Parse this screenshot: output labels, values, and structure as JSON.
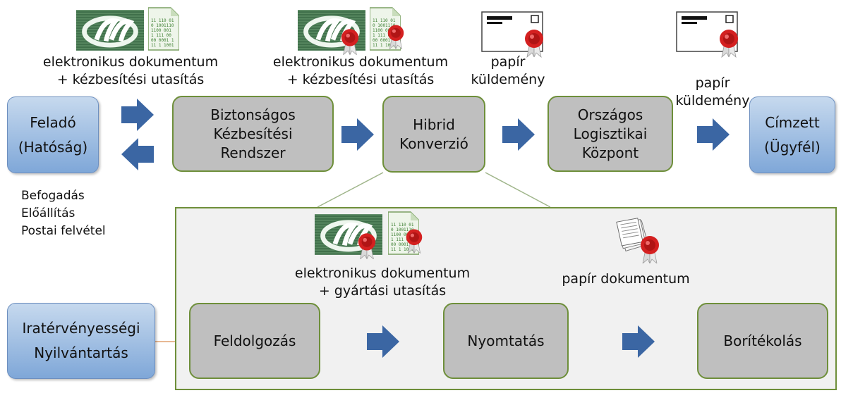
{
  "icons": {
    "digital_signature": "digital-signature-icon",
    "binary_file": "binary-document-icon",
    "envelope": "sealed-envelope-icon",
    "papers": "sealed-paper-stack-icon",
    "arrow": "right-arrow-icon"
  },
  "colors": {
    "box_fill": "#bfbfbf",
    "box_border": "#6e8f3a",
    "blue_box": "#8fb3df",
    "arrow": "#3b66a3",
    "panel_fill": "#f1f1f1",
    "seal": "#d42020"
  },
  "top_labels": {
    "sender_doc": {
      "line1": "elektronikus dokumentum",
      "line2": "+ kézbesítési utasítás"
    },
    "hybrid_doc": {
      "line1": "elektronikus dokumentum",
      "line2": "+ kézbesítési utasítás"
    },
    "paper_mail_1": {
      "line1": "papír",
      "line2": "küldemény"
    },
    "paper_mail_2": {
      "line1": "papír",
      "line2": "küldemény"
    }
  },
  "nodes": {
    "sender": {
      "line1": "Feladó",
      "line2": "(Hatóság)"
    },
    "secure_delivery": {
      "line1": "Biztonságos",
      "line2": "Kézbesítési",
      "line3": "Rendszer"
    },
    "hybrid": {
      "line1": "Hibrid",
      "line2": "Konverzió"
    },
    "logistics": {
      "line1": "Országos",
      "line2": "Logisztikai",
      "line3": "Központ"
    },
    "recipient": {
      "line1": "Címzett",
      "line2": "(Ügyfél)"
    },
    "registry": {
      "line1": "Iratérvényességi",
      "line2": "Nyilvántartás"
    },
    "processing": {
      "label": "Feldolgozás"
    },
    "printing": {
      "label": "Nyomtatás"
    },
    "enveloping": {
      "label": "Borítékolás"
    }
  },
  "side_notes": [
    "Befogadás",
    "Előállítás",
    "Postai felvétel"
  ],
  "panel_labels": {
    "production_doc": {
      "line1": "elektronikus dokumentum",
      "line2": "+ gyártási utasítás"
    },
    "paper_doc": {
      "label": "papír dokumentum"
    }
  }
}
